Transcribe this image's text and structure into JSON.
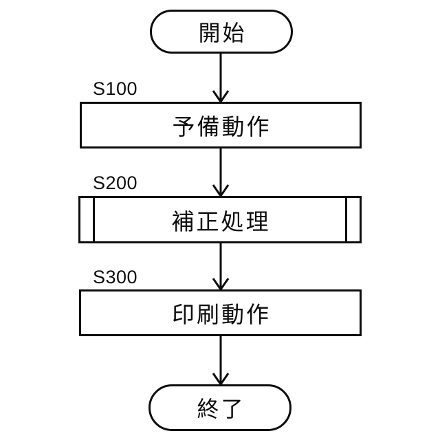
{
  "diagram": {
    "type": "flowchart",
    "background": "#ffffff",
    "stroke_color": "#0d0d0d",
    "nodes": [
      {
        "id": "start",
        "type": "terminal",
        "label": "開始"
      },
      {
        "id": "s100",
        "type": "process",
        "step_label": "S100",
        "label": "予備動作"
      },
      {
        "id": "s200",
        "type": "predefined-process",
        "step_label": "S200",
        "label": "補正処理"
      },
      {
        "id": "s300",
        "type": "process",
        "step_label": "S300",
        "label": "印刷動作"
      },
      {
        "id": "end",
        "type": "terminal",
        "label": "終了"
      }
    ],
    "edges": [
      {
        "from": "start",
        "to": "s100"
      },
      {
        "from": "s100",
        "to": "s200"
      },
      {
        "from": "s200",
        "to": "s300"
      },
      {
        "from": "s300",
        "to": "end"
      }
    ]
  }
}
